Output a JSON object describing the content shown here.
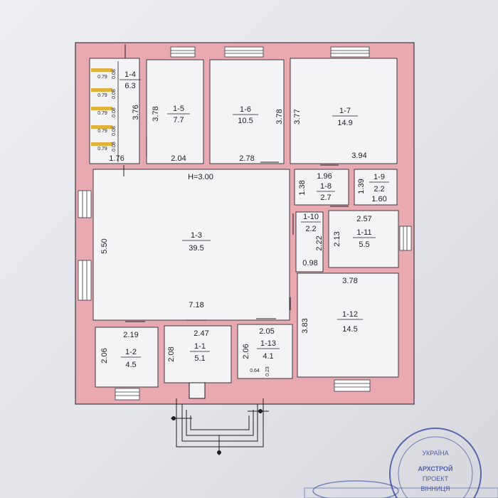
{
  "colors": {
    "wall": "#e8a9b0",
    "wall_stroke": "#3a3a42",
    "room": "#f4f4f6",
    "ink": "#1f1f24",
    "stamp": "#2b3f9a"
  },
  "ceiling_height": "H=3.00",
  "rooms": [
    {
      "id": "1-1",
      "area": "5.1"
    },
    {
      "id": "1-2",
      "area": "4.5"
    },
    {
      "id": "1-3",
      "area": "39.5"
    },
    {
      "id": "1-4",
      "area": "6.3"
    },
    {
      "id": "1-5",
      "area": "7.7"
    },
    {
      "id": "1-6",
      "area": "10.5"
    },
    {
      "id": "1-7",
      "area": "14.9"
    },
    {
      "id": "1-8",
      "area": "2.7"
    },
    {
      "id": "1-9",
      "area": "2.2"
    },
    {
      "id": "1-10",
      "area": "2.2"
    },
    {
      "id": "1-11",
      "area": "5.5"
    },
    {
      "id": "1-12",
      "area": "14.5"
    },
    {
      "id": "1-13",
      "area": "4.1"
    }
  ],
  "dimensions": [
    "3.76",
    "1.76",
    "3.78",
    "2.04",
    "2.78",
    "3.78",
    "3.77",
    "3.94",
    "1.96",
    "1.38",
    "1.39",
    "1.60",
    "5.50",
    "7.18",
    "2.57",
    "2.13",
    "2.22",
    "0.98",
    "3.78",
    "3.83",
    "2.19",
    "2.06",
    "2.47",
    "2.08",
    "2.05",
    "2.06",
    "0.64",
    "0.23"
  ],
  "stair_dims": [
    "0.79",
    "0.79",
    "0.79",
    "0.79",
    "0.79",
    "0.08",
    "0.08",
    "0.08",
    "0.08",
    "0.08"
  ],
  "stamp_lines": [
    "АРХСТРОЙ",
    "ПРОЕКТ",
    "УКРАЇНА",
    "ВІННИЦЯ"
  ]
}
